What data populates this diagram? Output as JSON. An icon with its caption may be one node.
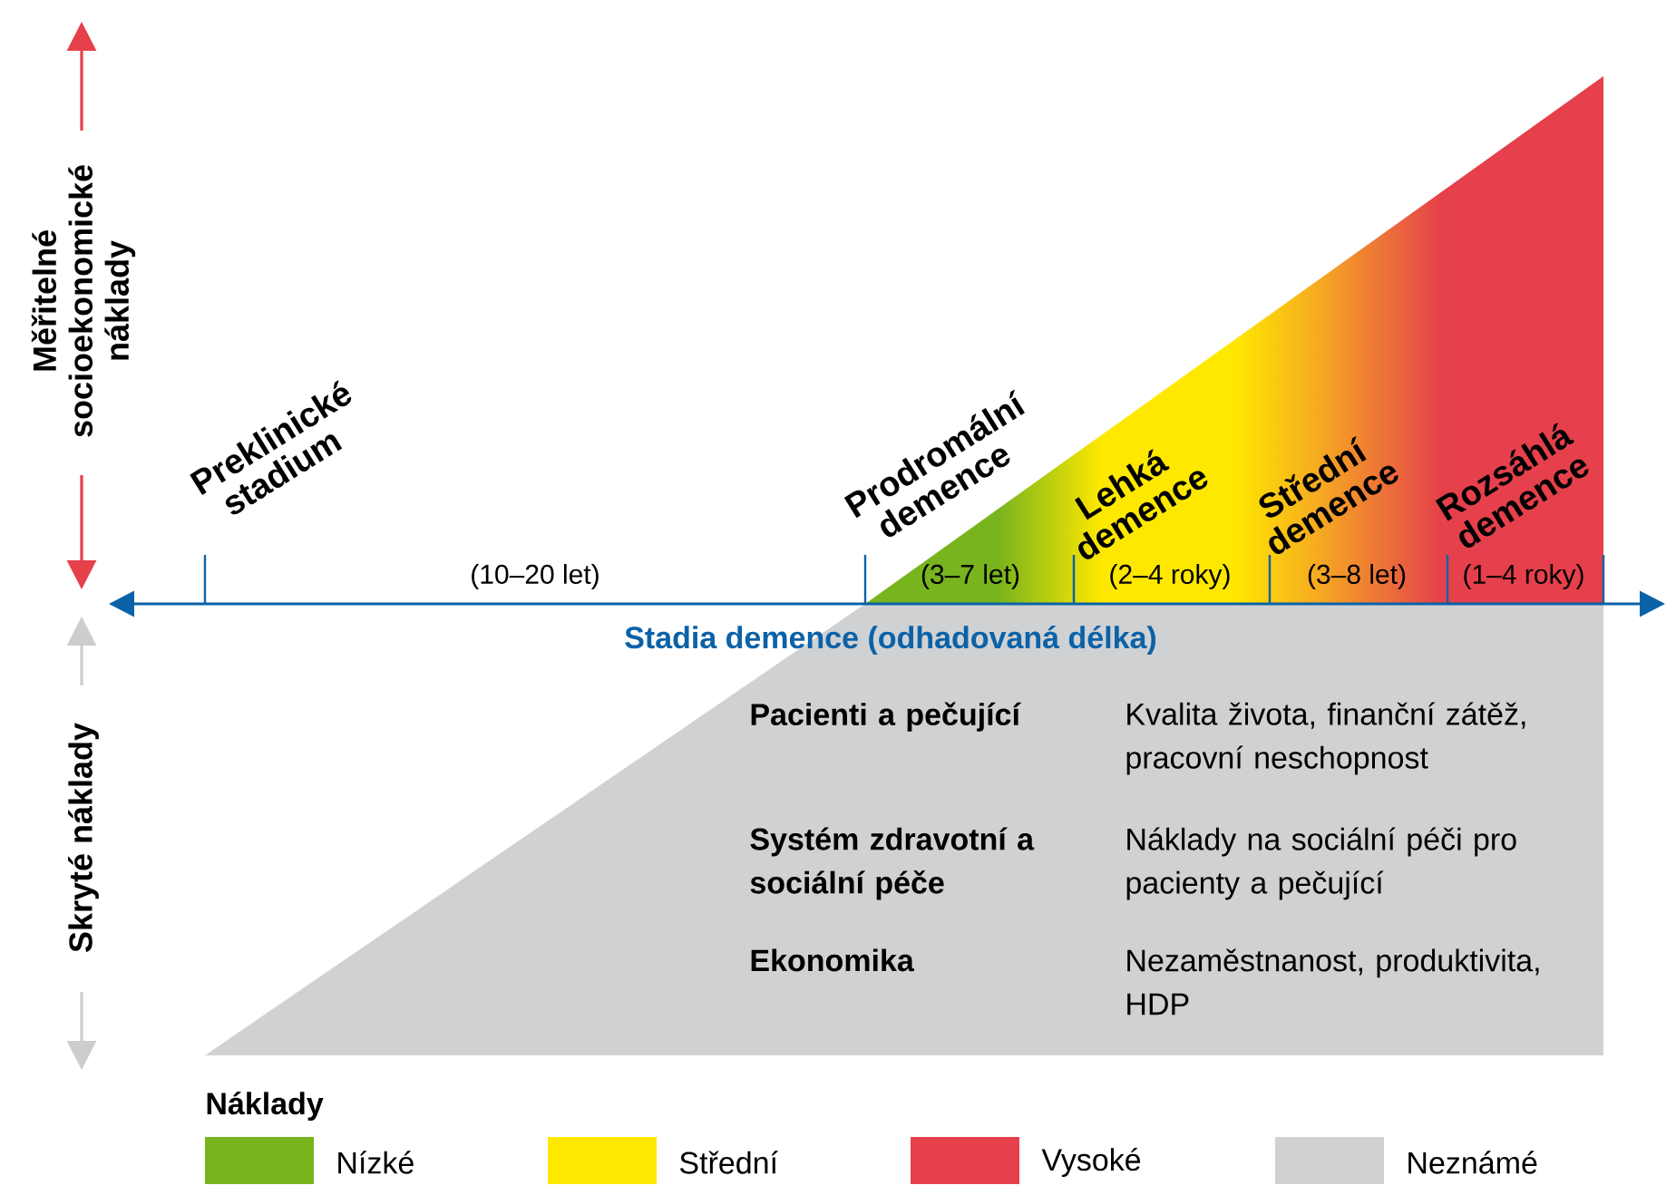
{
  "diagram": {
    "labels": [
      "Měřitelné socioekonomické náklady",
      "Skryté náklady",
      "Preklinické stadium",
      "Prodromální demence",
      "Lehká demence",
      "Střední demence",
      "Rozsáhlá demence",
      "(10–20 let)",
      "(3–7 let)",
      "(2–4 roky)",
      "(3–8 let)",
      "(1–4 roky)",
      "Stadia demence (odhadovaná délka)",
      "Pacienti a pečující",
      "Kvalita života, finanční zátěž, pracovní neschopnost",
      "Systém zdravotní a sociální péče",
      "Náklady na sociální péči pro pacienty a pečující",
      "Ekonomika",
      "Nezaměstnanost, produktivita, HDP",
      "Náklady"
    ],
    "legend": [
      {
        "text": "Nízké",
        "color": "#78b41e"
      },
      {
        "text": "Střední",
        "color": "#ffe800"
      },
      {
        "text": "Vysoké",
        "color": "#e5404b"
      },
      {
        "text": "Neznámé",
        "color": "#d0d1d3"
      }
    ]
  }
}
